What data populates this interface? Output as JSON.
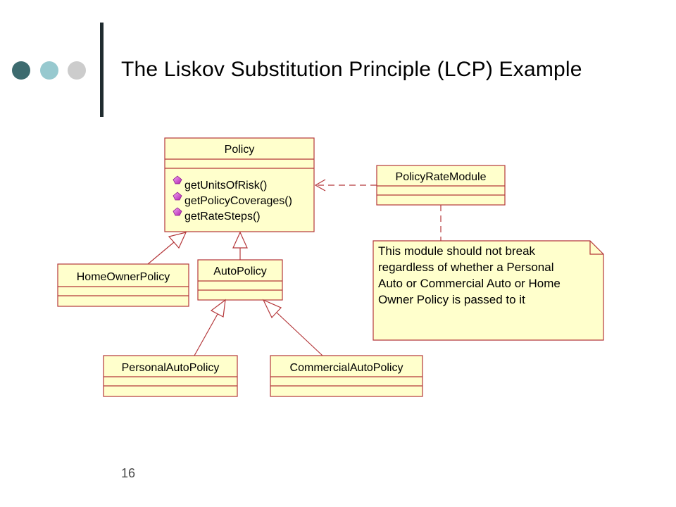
{
  "slide": {
    "title": "The Liskov Substitution Principle (LCP) Example",
    "page_number": "16"
  },
  "colors": {
    "dot_dark": "#3d6b6f",
    "dot_teal": "#97c9cf",
    "dot_gray": "#cccccc",
    "box_fill": "#ffffcc",
    "box_stroke": "#b4373a",
    "method_icon": "#cc33cc"
  },
  "diagram": {
    "classes": {
      "policy": {
        "name": "Policy",
        "methods": [
          "getUnitsOfRisk()",
          "getPolicyCoverages()",
          "getRateSteps()"
        ]
      },
      "policy_rate_module": {
        "name": "PolicyRateModule"
      },
      "home_owner_policy": {
        "name": "HomeOwnerPolicy"
      },
      "auto_policy": {
        "name": "AutoPolicy"
      },
      "personal_auto_policy": {
        "name": "PersonalAutoPolicy"
      },
      "commercial_auto_policy": {
        "name": "CommercialAutoPolicy"
      }
    },
    "note": {
      "lines": [
        "This module should not break",
        "regardless of whether a Personal",
        "Auto or Commercial Auto or Home",
        "Owner Policy is passed to it"
      ]
    }
  }
}
